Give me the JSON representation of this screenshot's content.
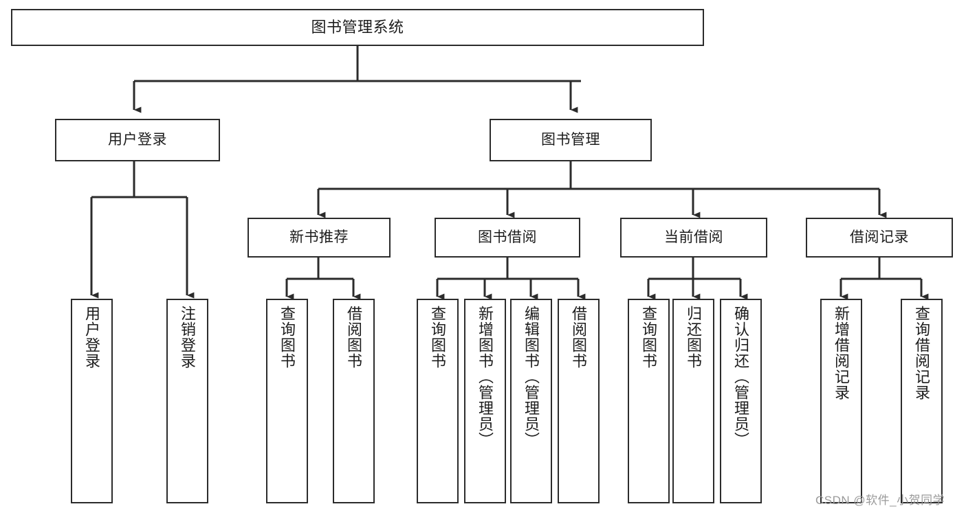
{
  "diagram": {
    "title": "图书管理系统",
    "type": "tree-hierarchy",
    "orientation": "top-down",
    "line_color": "#2b2b2b",
    "box_fill": "#ffffff",
    "text_color": "#1c1c1c",
    "watermark_color": "#9a9a9a"
  },
  "watermark": {
    "text": "CSDN @软件_小贺同学"
  },
  "nodes": {
    "root": {
      "label": "图书管理系统"
    },
    "level2": [
      {
        "label": "用户登录"
      },
      {
        "label": "图书管理"
      }
    ],
    "level3": [
      {
        "label": "新书推荐"
      },
      {
        "label": "图书借阅"
      },
      {
        "label": "当前借阅"
      },
      {
        "label": "借阅记录"
      }
    ],
    "leaves_user_login": [
      {
        "label": "用户登录"
      },
      {
        "label": "注销登录"
      }
    ],
    "leaves_new_books": [
      {
        "label": "查询图书"
      },
      {
        "label": "借阅图书"
      }
    ],
    "leaves_borrow": [
      {
        "label": "查询图书"
      },
      {
        "label": "新增图书（管理员）"
      },
      {
        "label": "编辑图书（管理员）"
      },
      {
        "label": "借阅图书"
      }
    ],
    "leaves_current": [
      {
        "label": "查询图书"
      },
      {
        "label": "归还图书"
      },
      {
        "label": "确认归还（管理员）"
      }
    ],
    "leaves_records": [
      {
        "label": "新增借阅记录"
      },
      {
        "label": "查询借阅记录"
      }
    ]
  }
}
